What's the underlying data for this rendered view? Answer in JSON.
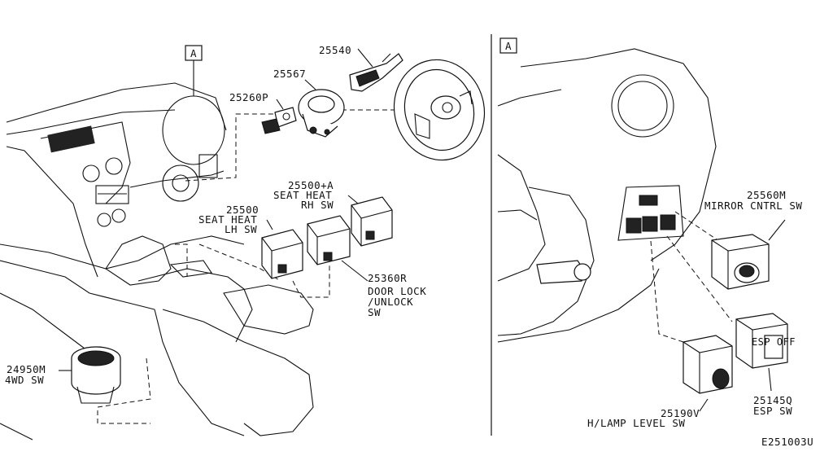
{
  "left_panel": {
    "view_marker": "A",
    "parts": [
      {
        "id": "p25540",
        "number": "25540",
        "desc": []
      },
      {
        "id": "p25567",
        "number": "25567",
        "desc": []
      },
      {
        "id": "p25260P",
        "number": "25260P",
        "desc": []
      },
      {
        "id": "p25500A",
        "number": "25500+A",
        "desc": [
          "SEAT HEAT",
          "RH SW"
        ]
      },
      {
        "id": "p25500",
        "number": "25500",
        "desc": [
          "SEAT HEAT",
          "LH SW"
        ]
      },
      {
        "id": "p25360R",
        "number": "25360R",
        "desc": [
          "DOOR LOCK",
          "/UNLOCK",
          "SW"
        ]
      },
      {
        "id": "p24950M",
        "number": "24950M",
        "desc": [
          "4WD SW"
        ]
      }
    ]
  },
  "right_panel": {
    "view_marker": "A",
    "parts": [
      {
        "id": "p25560M",
        "number": "25560M",
        "desc": [
          "MIRROR CNTRL SW"
        ]
      },
      {
        "id": "p25145Q",
        "number": "25145Q",
        "desc": [
          "ESP SW"
        ]
      },
      {
        "id": "p25190V",
        "number": "25190V",
        "desc": [
          "H/LAMP LEVEL SW"
        ]
      }
    ]
  },
  "esp_button_text": "ESP OFF",
  "drawing_code": "E251003U"
}
